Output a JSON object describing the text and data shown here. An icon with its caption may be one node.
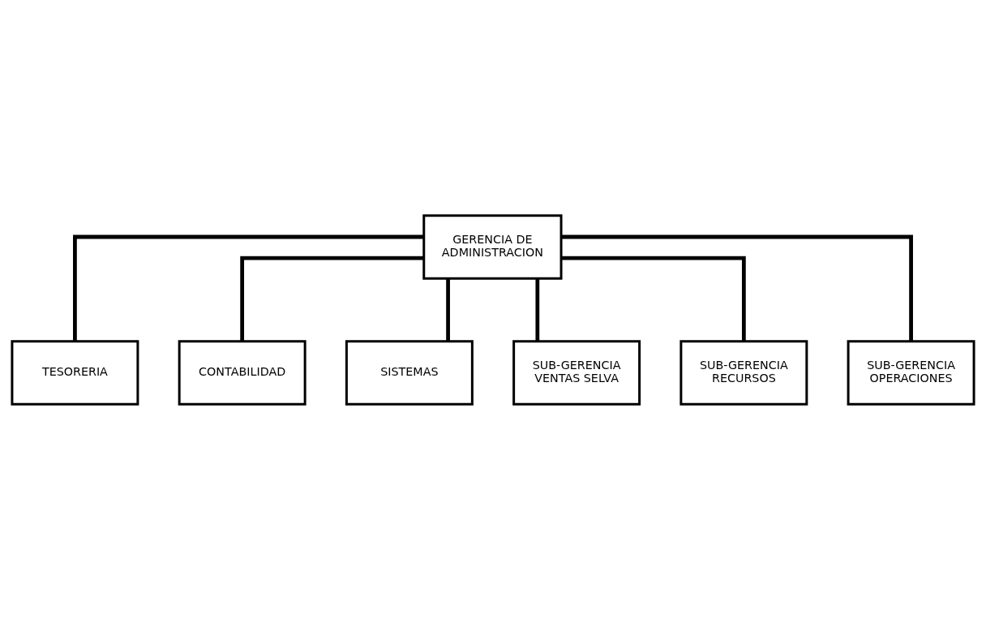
{
  "diagram": {
    "nodes": [
      {
        "text": [
          "GERENCIA DE ADMINISTRACION"
        ]
      },
      {
        "text": [
          "TESORERIA"
        ]
      },
      {
        "text": [
          "CONTABILIDAD"
        ]
      },
      {
        "text": [
          "SISTEMAS"
        ]
      },
      {
        "text": [
          "SUB-GERENCIA VENTAS SELVA"
        ]
      },
      {
        "text": [
          "SUB-GERENCIA RECURSOS"
        ]
      },
      {
        "text": [
          "SUB-GERENCIA OPERACIONES"
        ]
      }
    ],
    "edges": [
      {
        "from": 0,
        "to": 1,
        "arrow": "none"
      },
      {
        "from": 0,
        "to": 2,
        "arrow": "none"
      },
      {
        "from": 0,
        "to": 3,
        "arrow": "none"
      },
      {
        "from": 0,
        "to": 4,
        "arrow": "none"
      },
      {
        "from": 0,
        "to": 5,
        "arrow": "none"
      },
      {
        "from": 0,
        "to": 6,
        "arrow": "none"
      }
    ]
  }
}
